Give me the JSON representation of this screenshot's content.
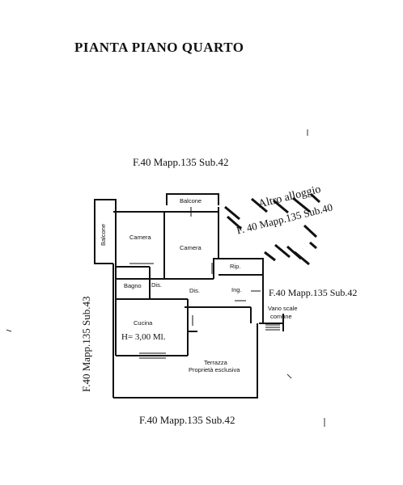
{
  "title": "PIANTA  PIANO QUARTO",
  "references": {
    "top": "F.40 Mapp.135 Sub.42",
    "bottom": "F.40 Mapp.135 Sub.42",
    "left": "F.40 Mapp.135 Sub.43",
    "right": "F.40 Mapp.135 Sub.42"
  },
  "other_unit": {
    "line1": "Altro alloggio",
    "line2": "F. 40 Mapp.135 Sub.40"
  },
  "rooms": {
    "balcone_top": "Balcone",
    "balcone_left": "Balcone",
    "camera_left": "Camera",
    "camera_right": "Camera",
    "rip": "Rip.",
    "bagno": "Bagno",
    "dis_small": "Dis.",
    "dis": "Dis.",
    "ing": "Ing.",
    "vano_line1": "Vano scale",
    "vano_line2": "comune",
    "cucina": "Cucina",
    "height": "H= 3,00 Ml.",
    "terrazza_line1": "Terrazza",
    "terrazza_line2": "Proprietà esclusiva"
  },
  "colors": {
    "line": "#111111",
    "paper": "#ffffff"
  }
}
